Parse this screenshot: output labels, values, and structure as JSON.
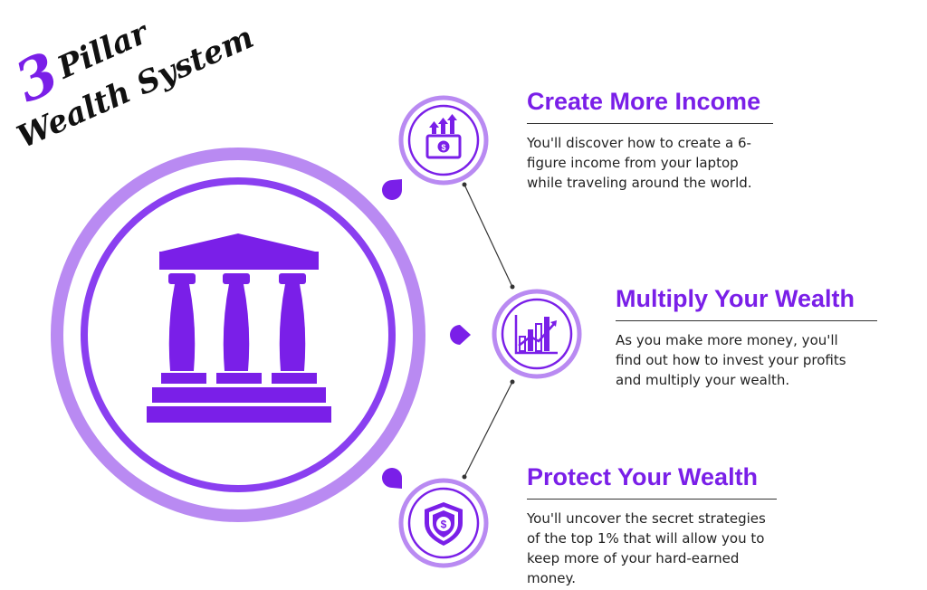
{
  "title": {
    "number": "3",
    "line1": "Pillar",
    "line2": "Wealth System"
  },
  "colors": {
    "primary": "#7a1fe8",
    "light": "#b98af2",
    "text": "#222222"
  },
  "central_icon": "bank-pillars-icon",
  "items": [
    {
      "heading": "Create More Income",
      "body": "You'll discover how to create a 6-figure income from your laptop while traveling around the world.",
      "icon": "money-growth-icon"
    },
    {
      "heading": "Multiply Your Wealth",
      "body": "As you make more money, you'll find out how to invest your profits and multiply your wealth.",
      "icon": "bar-chart-growth-icon"
    },
    {
      "heading": "Protect Your Wealth",
      "body": "You'll uncover the secret strategies of the top 1% that will allow you to keep more of your hard-earned money.",
      "icon": "shield-dollar-icon"
    }
  ]
}
